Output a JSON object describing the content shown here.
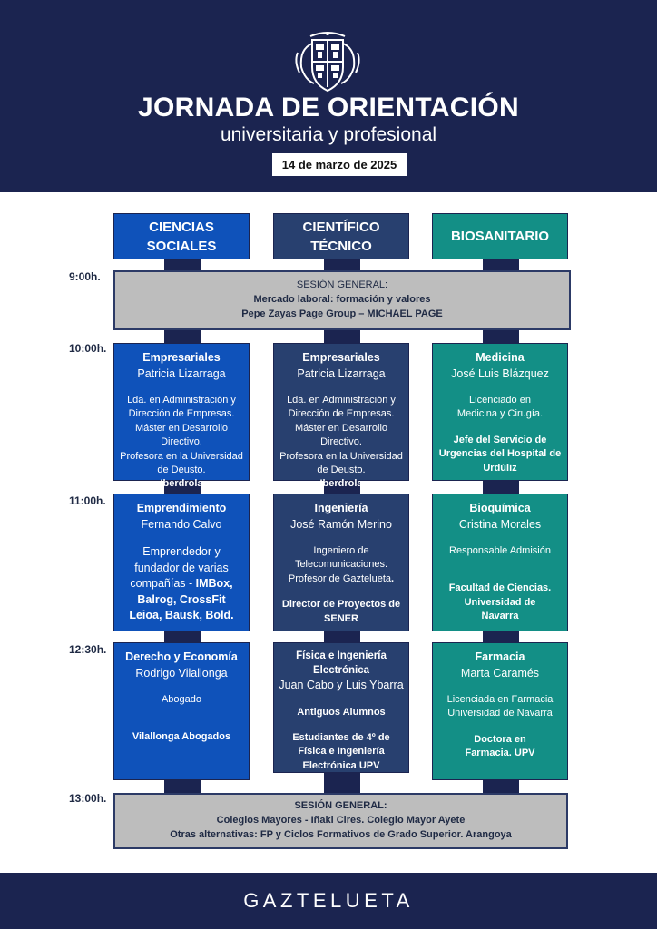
{
  "header": {
    "title": "JORNADA DE ORIENTACIÓN",
    "subtitle": "universitaria y profesional",
    "date": "14 de marzo de 2025",
    "crest_icon": "coat-of-arms-icon"
  },
  "columns": [
    {
      "line1": "CIENCIAS",
      "line2": "SOCIALES",
      "color": "#0f52ba"
    },
    {
      "line1": "CIENTÍFICO",
      "line2": "TÉCNICO",
      "color": "#28406f"
    },
    {
      "line1": "BIOSANITARIO",
      "color": "#138f86"
    }
  ],
  "times": [
    "9:00h.",
    "10:00h.",
    "11:00h.",
    "12:30h.",
    "13:00h."
  ],
  "session1": {
    "label": "SESIÓN GENERAL:",
    "line1": "Mercado laboral: formación y valores",
    "line2": "Pepe Zayas  Page Group – MICHAEL PAGE"
  },
  "row1": [
    {
      "subject": "Empresariales",
      "name": "Patricia Lizarraga",
      "desc1": "Lda. en Administración y Dirección de Empresas.",
      "desc2": "Máster en Desarrollo Directivo.",
      "desc3": "Profesora en la Universidad de Deusto.",
      "org": "Iberdrola"
    },
    {
      "subject": "Empresariales",
      "name": "Patricia Lizarraga",
      "desc1": "Lda. en Administración y Dirección de Empresas.",
      "desc2": "Máster en Desarrollo Directivo.",
      "desc3": "Profesora en la Universidad de Deusto.",
      "org": "Iberdrola"
    },
    {
      "subject": "Medicina",
      "name": "José Luis Blázquez",
      "desc1": "Licenciado en Medicina y Cirugía.",
      "org": "Jefe del Servicio de Urgencias del Hospital de Urdúliz"
    }
  ],
  "row2": [
    {
      "subject": "Emprendimiento",
      "name": "Fernando Calvo",
      "desc1": "Emprendedor y fundador de varias compañías - ",
      "org": "IMBox, Balrog, CrossFit Leioa, Bausk, Bold."
    },
    {
      "subject": "Ingeniería",
      "name": "José Ramón Merino",
      "desc1": "Ingeniero de Telecomunicaciones. Profesor de Gaztelueta",
      "dot": ".",
      "org": "Director de Proyectos de SENER"
    },
    {
      "subject": "Bioquímica",
      "name": "Cristina Morales",
      "desc1": "Responsable Admisión",
      "org": "Facultad de Ciencias. Universidad de Navarra"
    }
  ],
  "row3": [
    {
      "subject": "Derecho y Economía",
      "name": "Rodrigo Vilallonga",
      "desc1": "Abogado",
      "org": "Vilallonga Abogados"
    },
    {
      "subject": "Física e Ingeniería Electrónica",
      "name": "Juan Cabo y Luis Ybarra",
      "desc1": "Antiguos Alumnos",
      "org": "Estudiantes de 4º de Física e Ingeniería Electrónica UPV"
    },
    {
      "subject": "Farmacia",
      "name": "Marta Caramés",
      "desc1": "Licenciada en Farmacia Universidad de Navarra",
      "org": "Doctora en Farmacia. UPV"
    }
  ],
  "session2": {
    "label": "SESIÓN GENERAL:",
    "line1": "Colegios Mayores - Iñaki Cires. Colegio Mayor Ayete",
    "line2": "Otras alternativas: FP y Ciclos Formativos de Grado Superior. Arangoya"
  },
  "footer": {
    "brand": "GAZTELUETA"
  }
}
